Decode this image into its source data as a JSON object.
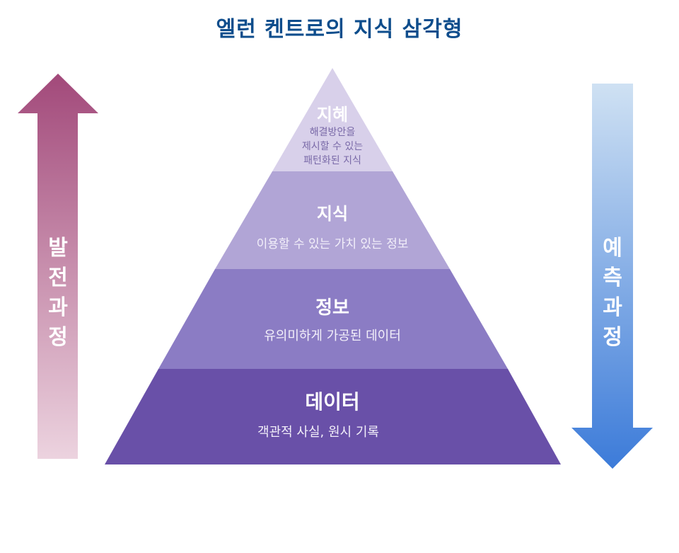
{
  "title": "엘런 켄트로의 지식 삼각형",
  "layers": [
    {
      "title": "지혜",
      "desc_lines": [
        "해결방안을",
        "제시할 수 있는",
        "패턴화된 지식"
      ],
      "color": "#d8d0ea"
    },
    {
      "title": "지식",
      "desc": "이용할 수 있는 가치 있는 정보",
      "color": "#b1a5d6"
    },
    {
      "title": "정보",
      "desc": "유의미하게 가공된 데이터",
      "color": "#8b7cc4"
    },
    {
      "title": "데이터",
      "desc": "객관적 사실, 원시 기록",
      "color": "#6950a8"
    }
  ],
  "left_arrow": {
    "label_chars": [
      "발",
      "전",
      "과",
      "정"
    ],
    "color_top": "#a2497a",
    "color_bottom": "#ecd3df"
  },
  "right_arrow": {
    "label_chars": [
      "예",
      "측",
      "과",
      "정"
    ],
    "color_top": "#cfe1f3",
    "color_bottom": "#3c7bd9"
  }
}
